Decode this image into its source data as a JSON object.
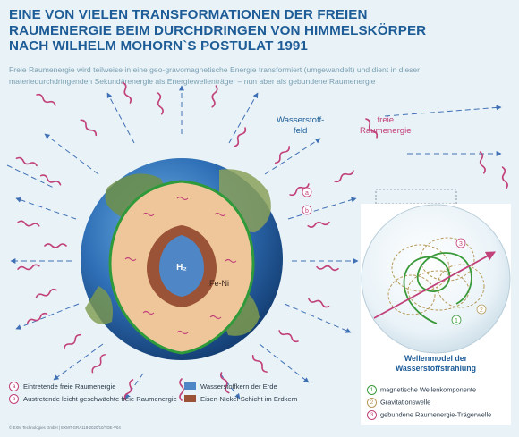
{
  "title": {
    "line1": "EINE VON VIELEN TRANSFORMATIONEN DER FREIEN",
    "line2": "RAUMENERGIE BEIM DURCHDRINGEN VON HIMMELSKÖRPER",
    "line3": "NACH WILHELM MOHORN`S POSTULAT 1991"
  },
  "subtitle": {
    "line1": "Freie Raumenergie wird teilweise in eine geo-gravomagnetische Energie transformiert (umgewandelt) und dient in dieser",
    "line2": "materiedurchdringenden Sekundärenergie als Energiewellenträger – nun aber als gebundene Raumenergie"
  },
  "labels": {
    "field_line1": "Wasserstoff-",
    "field_line2": "feld",
    "free_line1": "freie",
    "free_line2": "Raumenergie",
    "core": "H₂",
    "layer": "Fe-Ni",
    "marker_a": "a",
    "marker_b": "b"
  },
  "legend": {
    "a": "Eintretende freie Raumenergie",
    "b": "Austretende leicht geschwächte freie Raumenergie",
    "core": "Wasserstoffkern der Erde",
    "layer": "Eisen-Nickel-Schicht im Erdkern"
  },
  "wave_model": {
    "title_line1": "Wellenmodel der",
    "title_line2": "Wasserstoffstrahlung",
    "item1_num": "1",
    "item1": "magnetische Wellenkomponente",
    "item2_num": "2",
    "item2": "Gravitationswelle",
    "item3_num": "3",
    "item3": "gebundene Raumenergie-Trägerwelle"
  },
  "footer": "© EXM Technologies GmbH | EXMT-GRA118-2020/10/TDE-V04",
  "colors": {
    "background": "#e9f3f7",
    "title": "#1d5c97",
    "free_energy": "#c1417a",
    "core_blue": "#4f86c6",
    "fe_ni_brown": "#9a5336",
    "mantle": "#efc59a",
    "magnetic_green": "#3a9a3a",
    "gravity_khaki": "#b89a5a"
  }
}
